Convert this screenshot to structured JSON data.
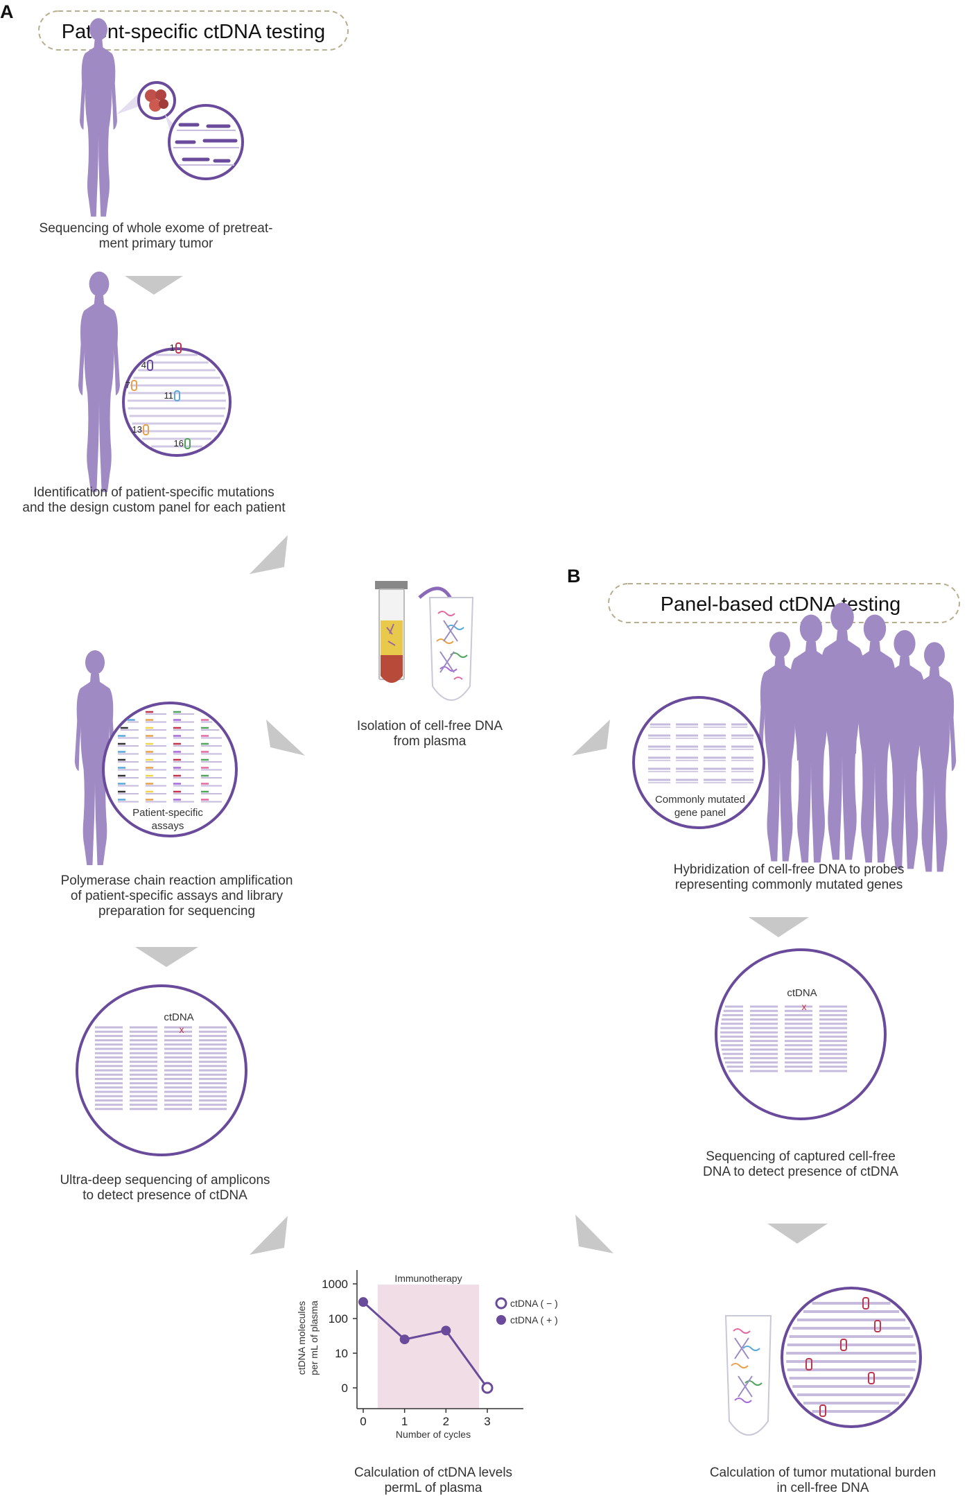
{
  "panel_a": {
    "letter": "A",
    "title": "Patient-specific ctDNA testing",
    "steps": [
      {
        "caption": [
          "Sequencing of whole exome of pretreat-",
          "ment primary tumor"
        ]
      },
      {
        "caption": [
          "Identification of patient-specific mutations",
          "and the design custom panel for each patient"
        ]
      },
      {
        "caption": [
          "Polymerase chain reaction  amplification",
          "of patient-specific assays and library",
          "preparation for sequencing"
        ],
        "circle_label": [
          "Patient-specific",
          "assays"
        ]
      },
      {
        "caption": [
          "Ultra-deep sequencing of amplicons",
          "to detect presence of ctDNA"
        ],
        "circle_label": "ctDNA"
      }
    ],
    "mutation_numbers": [
      "1",
      "4",
      "7",
      "11",
      "13",
      "16"
    ]
  },
  "center": {
    "caption": [
      "Isolation of cell-free DNA",
      "from plasma"
    ]
  },
  "panel_b": {
    "letter": "B",
    "title": "Panel-based ctDNA testing",
    "steps": [
      {
        "caption": [
          "Hybridization of cell-free DNA to probes",
          "representing commonly mutated genes"
        ],
        "circle_label": [
          "Commonly mutated",
          "gene panel"
        ]
      },
      {
        "caption": [
          "Sequencing of captured cell-free",
          "DNA to detect presence of ctDNA"
        ],
        "circle_label": "ctDNA"
      },
      {
        "caption": [
          "Calculation of tumor mutational burden",
          "in cell-free DNA"
        ]
      }
    ]
  },
  "chart": {
    "caption": [
      "Calculation of ctDNA levels",
      "permL of  plasma"
    ],
    "chart_data": {
      "type": "line",
      "x": [
        0,
        1,
        2,
        3
      ],
      "y_values": [
        300,
        25,
        45,
        1
      ],
      "y_scale": "log",
      "yticks": [
        "1000",
        "100",
        "10",
        "0"
      ],
      "xticks": [
        "0",
        "1",
        "2",
        "3"
      ],
      "xlabel": "Number of cycles",
      "ylabel": [
        "ctDNA molecules",
        "per mL  of plasma"
      ],
      "shaded_region": {
        "label": "Immunotherapy",
        "x_start": 0.35,
        "x_end": 2.8
      },
      "point_status": [
        "ctDNA (+)",
        "ctDNA (+)",
        "ctDNA (+)",
        "ctDNA (−)"
      ],
      "legend": [
        {
          "label": "ctDNA ( − )",
          "marker": "open-circle"
        },
        {
          "label": "ctDNA ( + )",
          "marker": "filled-circle"
        }
      ],
      "colors": {
        "line": "#6a4a9a",
        "shade": "#f1dde5"
      }
    }
  },
  "colors": {
    "purple": "#6a4a9a",
    "figure": "#9f8ac4",
    "lines": "#c6bbdc",
    "arrow": "#c8c8c8",
    "title_border": "#b8ad8d",
    "mutation_red": "#c0344c"
  }
}
